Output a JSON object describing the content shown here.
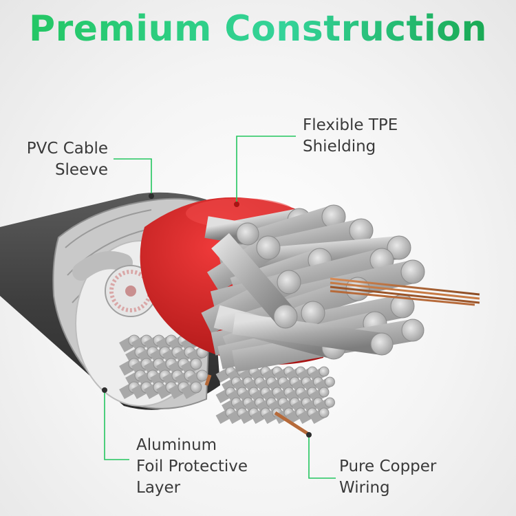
{
  "title": "Premium Construction",
  "callouts": {
    "pvc_sleeve": "PVC Cable\nSleeve",
    "tpe_shielding": "Flexible TPE\nShielding",
    "aluminum_foil": "Aluminum\nFoil Protective\nLayer",
    "copper_wiring": "Pure Copper\nWiring"
  },
  "colors": {
    "title_green": "#22c55e",
    "leader_line_green": "#22c55e",
    "sleeve_dark_gray": "#4a4a4a",
    "tpe_red": "#d32424",
    "conductor_silver": "#b9b9b9",
    "copper": "#b66a3a"
  }
}
